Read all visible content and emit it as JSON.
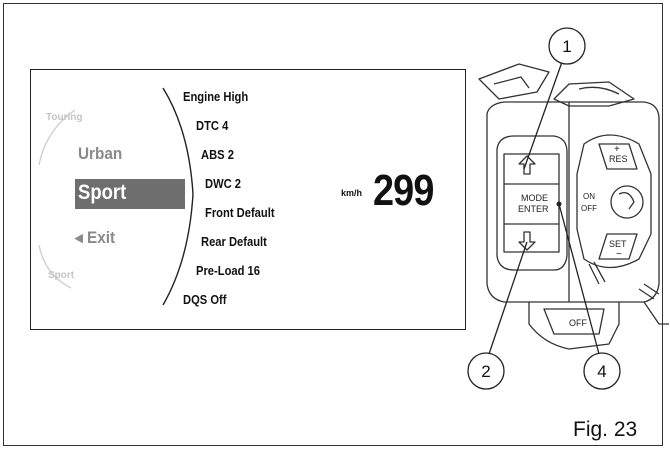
{
  "display": {
    "left_modes": {
      "top_faded": "Touring",
      "upper": "Urban",
      "selected": "Sport",
      "lower_arrow": "◂",
      "lower": "Exit",
      "bottom_faded": "Sport"
    },
    "menu_items": [
      "Engine High",
      "DTC 4",
      "ABS 2",
      "DWC 2",
      "Front Default",
      "Rear Default",
      "Pre-Load 16",
      "DQS Off"
    ],
    "speed_unit": "km/h",
    "speed_value": "299"
  },
  "controller": {
    "mode_label_line1": "MODE",
    "mode_label_line2": "ENTER",
    "res_label": "RES",
    "on_label": "ON",
    "off_label": "OFF",
    "set_label": "SET",
    "plus_sign": "+",
    "minus_sign": "−",
    "switch_off_label": "OFF"
  },
  "callouts": [
    "1",
    "2",
    "4"
  ],
  "figure_label": "Fig. 23",
  "colors": {
    "selection_bar": "#6e6e6e",
    "faded_text": "#c4c4c4",
    "line_art": "#333333"
  }
}
